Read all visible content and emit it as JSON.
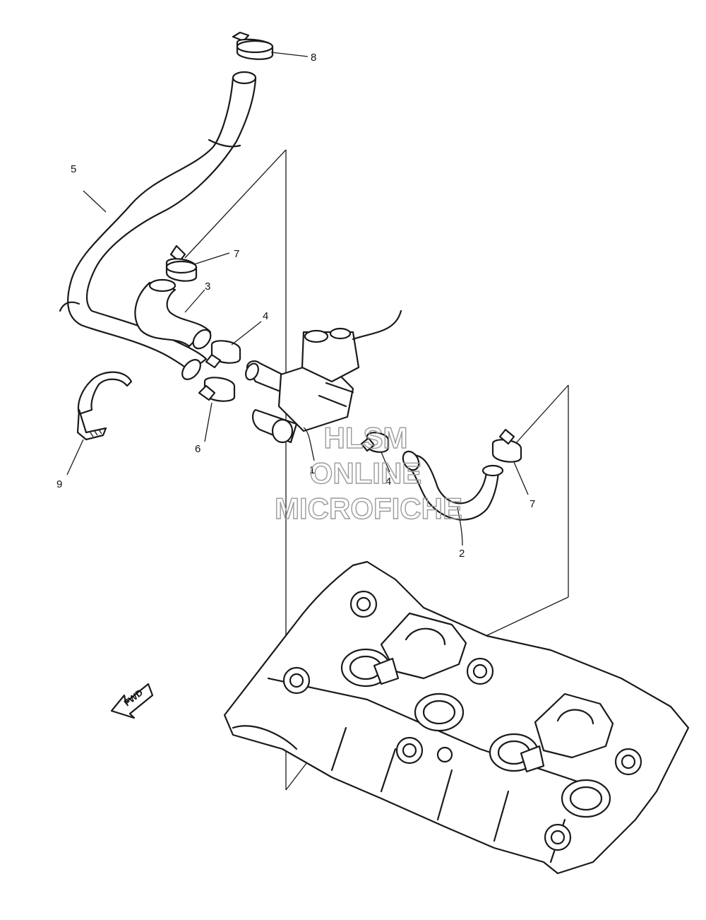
{
  "callouts": {
    "c1": "1",
    "c2": "2",
    "c3": "3",
    "c4a": "4",
    "c4b": "4",
    "c5": "5",
    "c6": "6",
    "c7a": "7",
    "c7b": "7",
    "c8": "8",
    "c9": "9"
  },
  "direction_arrow": {
    "label": "FWD"
  },
  "watermark": {
    "line1": "HLSM",
    "line2": "ONLINE",
    "line3": "MICROFICHE",
    "color": "#9a9a9a"
  }
}
